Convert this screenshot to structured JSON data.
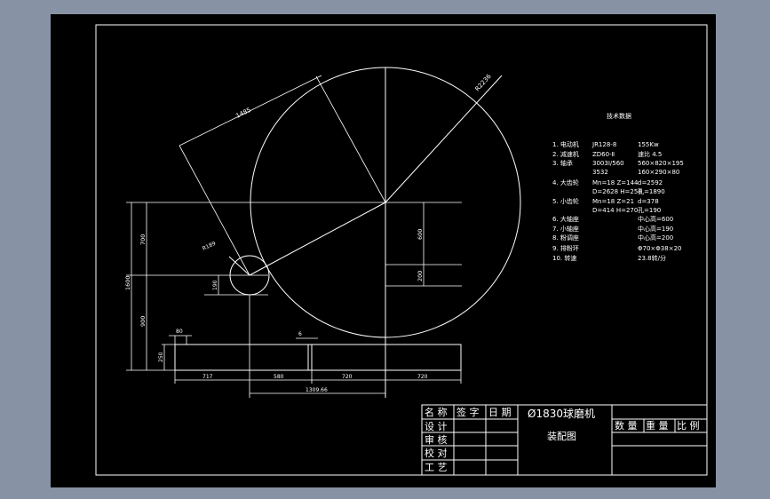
{
  "colors": {
    "background": "#8793a4",
    "sheet": "#000000",
    "line": "#ffffff"
  },
  "dimensions": {
    "r2236": "R2236",
    "d1485": "1485",
    "r189": "R189",
    "d700": "700",
    "d1600": "1600",
    "d900": "900",
    "d250": "250",
    "d190": "190",
    "d600": "600",
    "d200": "200",
    "d80": "80",
    "d6": "6",
    "d717": "717",
    "d580": "580",
    "d720a": "720",
    "d720b": "720",
    "d1309": "1309.66"
  },
  "tech": {
    "title": "技术数据",
    "rows": [
      {
        "c1": "1. 电动机",
        "c2": "JR128-8",
        "c3": "155Kw"
      },
      {
        "c1": "2. 减速机",
        "c2": "ZD60-Ⅱ",
        "c3": "速比 4.5"
      },
      {
        "c1": "3. 轴承",
        "c2": "3003I/560",
        "c3": "560×820×195"
      },
      {
        "c1": "",
        "c2": "3532",
        "c3": "160×290×80"
      },
      {
        "c1": "4. 大齿轮",
        "c2": "Mn=18  Z=144",
        "c3": "d=2592"
      },
      {
        "c1": "",
        "c2": "D=2628  H=250",
        "c3": "孔=1890"
      },
      {
        "c1": "5. 小齿轮",
        "c2": "Mn=18  Z=21",
        "c3": "d=378"
      },
      {
        "c1": "",
        "c2": "D=414  H=270",
        "c3": "孔=190"
      },
      {
        "c1": "6. 大轴座",
        "c2": "",
        "c3": "中心高=600"
      },
      {
        "c1": "7. 小轴座",
        "c2": "",
        "c3": "中心高=190"
      },
      {
        "c1": "8. 粉调座",
        "c2": "",
        "c3": "中心高=200"
      },
      {
        "c1": "9. 排粉环",
        "c2": "",
        "c3": "Φ70×Φ38×20"
      },
      {
        "c1": "10. 转速",
        "c2": "",
        "c3": "23.8转/分"
      }
    ]
  },
  "titleblock": {
    "name": "名 称",
    "sign": "签 字",
    "date": "日 期",
    "design": "设 计",
    "review": "审 核",
    "check": "校 对",
    "process": "工 艺",
    "drawing_title": "Ø1830球磨机",
    "drawing_subtitle": "装配图",
    "qty": "数 量",
    "weight": "重 量",
    "scale": "比 例"
  }
}
